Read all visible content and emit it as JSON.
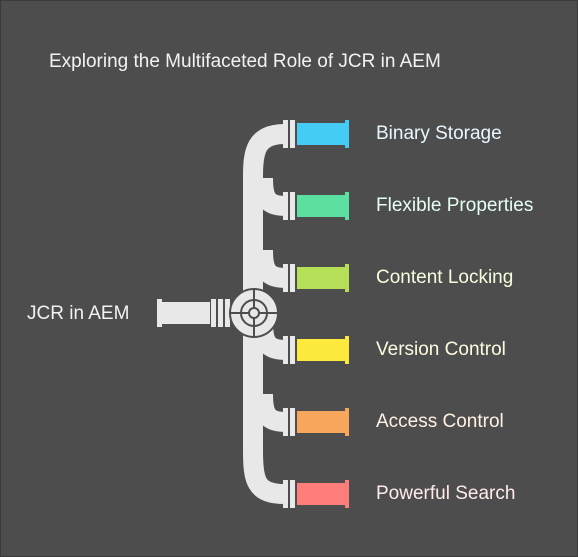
{
  "title": "Exploring the Multifaceted Role of JCR in AEM",
  "root": {
    "label": "JCR in AEM"
  },
  "branches": [
    {
      "label": "Binary Storage",
      "color": "#44ccf5",
      "text_color": "#e8f7ff"
    },
    {
      "label": "Flexible Properties",
      "color": "#5ce0a2",
      "text_color": "#e6fff3"
    },
    {
      "label": "Content Locking",
      "color": "#b5df57",
      "text_color": "#f5ffdf"
    },
    {
      "label": "Version Control",
      "color": "#fde93c",
      "text_color": "#fffbe0"
    },
    {
      "label": "Access Control",
      "color": "#f7a65c",
      "text_color": "#fff1e3"
    },
    {
      "label": "Powerful Search",
      "color": "#fd7e7a",
      "text_color": "#ffecea"
    }
  ],
  "pipe_color": "#e8e8e8"
}
